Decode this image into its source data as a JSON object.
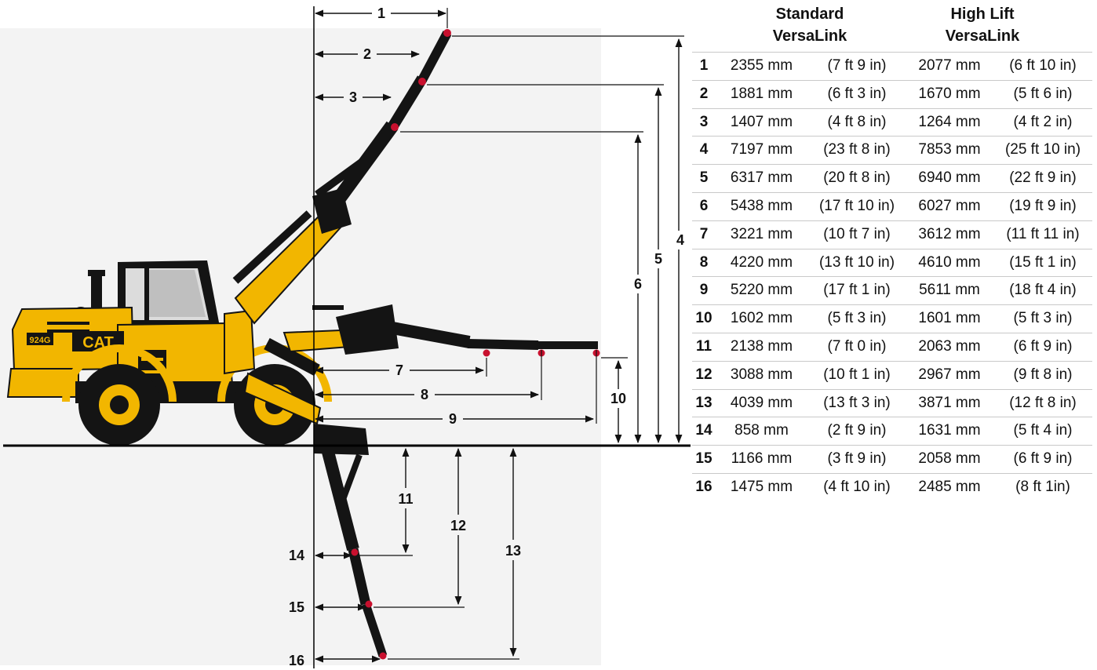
{
  "table": {
    "columns": [
      "Standard VersaLink",
      "High Lift VersaLink"
    ],
    "header_std": {
      "line1": "Standard",
      "line2": "VersaLink"
    },
    "header_high": {
      "line1": "High Lift",
      "line2": "VersaLink"
    },
    "rows": [
      {
        "id": "1",
        "std_mm": "2355 mm",
        "std_in": "(7 ft 9 in)",
        "high_mm": "2077 mm",
        "high_in": "(6 ft 10 in)"
      },
      {
        "id": "2",
        "std_mm": "1881 mm",
        "std_in": "(6 ft 3 in)",
        "high_mm": "1670 mm",
        "high_in": "(5 ft 6 in)"
      },
      {
        "id": "3",
        "std_mm": "1407 mm",
        "std_in": "(4 ft 8 in)",
        "high_mm": "1264 mm",
        "high_in": "(4 ft 2 in)"
      },
      {
        "id": "4",
        "std_mm": "7197 mm",
        "std_in": "(23 ft 8 in)",
        "high_mm": "7853 mm",
        "high_in": "(25 ft 10 in)"
      },
      {
        "id": "5",
        "std_mm": "6317 mm",
        "std_in": "(20 ft 8 in)",
        "high_mm": "6940 mm",
        "high_in": "(22 ft 9 in)"
      },
      {
        "id": "6",
        "std_mm": "5438 mm",
        "std_in": "(17 ft 10 in)",
        "high_mm": "6027 mm",
        "high_in": "(19 ft 9 in)"
      },
      {
        "id": "7",
        "std_mm": "3221 mm",
        "std_in": "(10 ft 7 in)",
        "high_mm": "3612 mm",
        "high_in": "(11 ft 11 in)"
      },
      {
        "id": "8",
        "std_mm": "4220 mm",
        "std_in": "(13 ft 10 in)",
        "high_mm": "4610 mm",
        "high_in": "(15 ft 1 in)"
      },
      {
        "id": "9",
        "std_mm": "5220 mm",
        "std_in": "(17 ft 1 in)",
        "high_mm": "5611 mm",
        "high_in": "(18 ft 4 in)"
      },
      {
        "id": "10",
        "std_mm": "1602 mm",
        "std_in": "(5 ft 3 in)",
        "high_mm": "1601 mm",
        "high_in": "(5 ft 3 in)"
      },
      {
        "id": "11",
        "std_mm": "2138 mm",
        "std_in": "(7 ft 0 in)",
        "high_mm": "2063 mm",
        "high_in": "(6 ft 9 in)"
      },
      {
        "id": "12",
        "std_mm": "3088 mm",
        "std_in": "(10 ft 1 in)",
        "high_mm": "2967 mm",
        "high_in": "(9 ft 8 in)"
      },
      {
        "id": "13",
        "std_mm": "4039 mm",
        "std_in": "(13 ft 3 in)",
        "high_mm": "3871 mm",
        "high_in": "(12 ft 8 in)"
      },
      {
        "id": "14",
        "std_mm": "858 mm",
        "std_in": "(2 ft 9 in)",
        "high_mm": "1631 mm",
        "high_in": "(5 ft 4 in)"
      },
      {
        "id": "15",
        "std_mm": "1166 mm",
        "std_in": "(3 ft 9 in)",
        "high_mm": "2058 mm",
        "high_in": "(6 ft 9 in)"
      },
      {
        "id": "16",
        "std_mm": "1475 mm",
        "std_in": "(4 ft 10 in)",
        "high_mm": "2485 mm",
        "high_in": "(8 ft 1in)"
      }
    ]
  },
  "diagram": {
    "machine_model_decal": "924G",
    "brand_decal": "CAT",
    "dimension_labels": [
      "1",
      "2",
      "3",
      "4",
      "5",
      "6",
      "7",
      "8",
      "9",
      "10",
      "11",
      "12",
      "13",
      "14",
      "15",
      "16"
    ]
  },
  "colors": {
    "machine_yellow": "#f2b600",
    "boom_black": "#141414",
    "ground_line": "#000000",
    "background_panel": "#f3f3f3",
    "pin_red": "#c8102e"
  }
}
